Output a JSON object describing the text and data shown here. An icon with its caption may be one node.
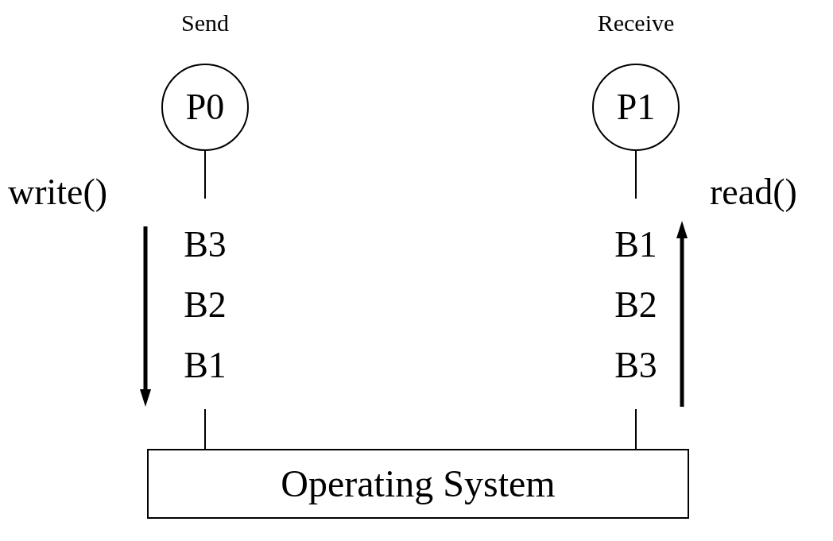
{
  "diagram": {
    "nodes": [
      {
        "text": [
          "P0"
        ],
        "beside": [
          "Send"
        ]
      },
      {
        "text": [
          "P1"
        ],
        "beside": [
          "Receive"
        ]
      },
      {
        "text": [
          "Operating System"
        ]
      },
      {
        "text": [
          "B3",
          "B2",
          "B1"
        ]
      },
      {
        "text": [
          "B1",
          "B2",
          "B3"
        ]
      }
    ],
    "edges": [
      {
        "from": 0,
        "to": 3,
        "arrow": "none"
      },
      {
        "from": 3,
        "to": 2,
        "arrow": "none"
      },
      {
        "from": 1,
        "to": 4,
        "arrow": "none"
      },
      {
        "from": 4,
        "to": 2,
        "arrow": "none"
      }
    ],
    "labels": [
      "write()",
      "read()"
    ]
  }
}
